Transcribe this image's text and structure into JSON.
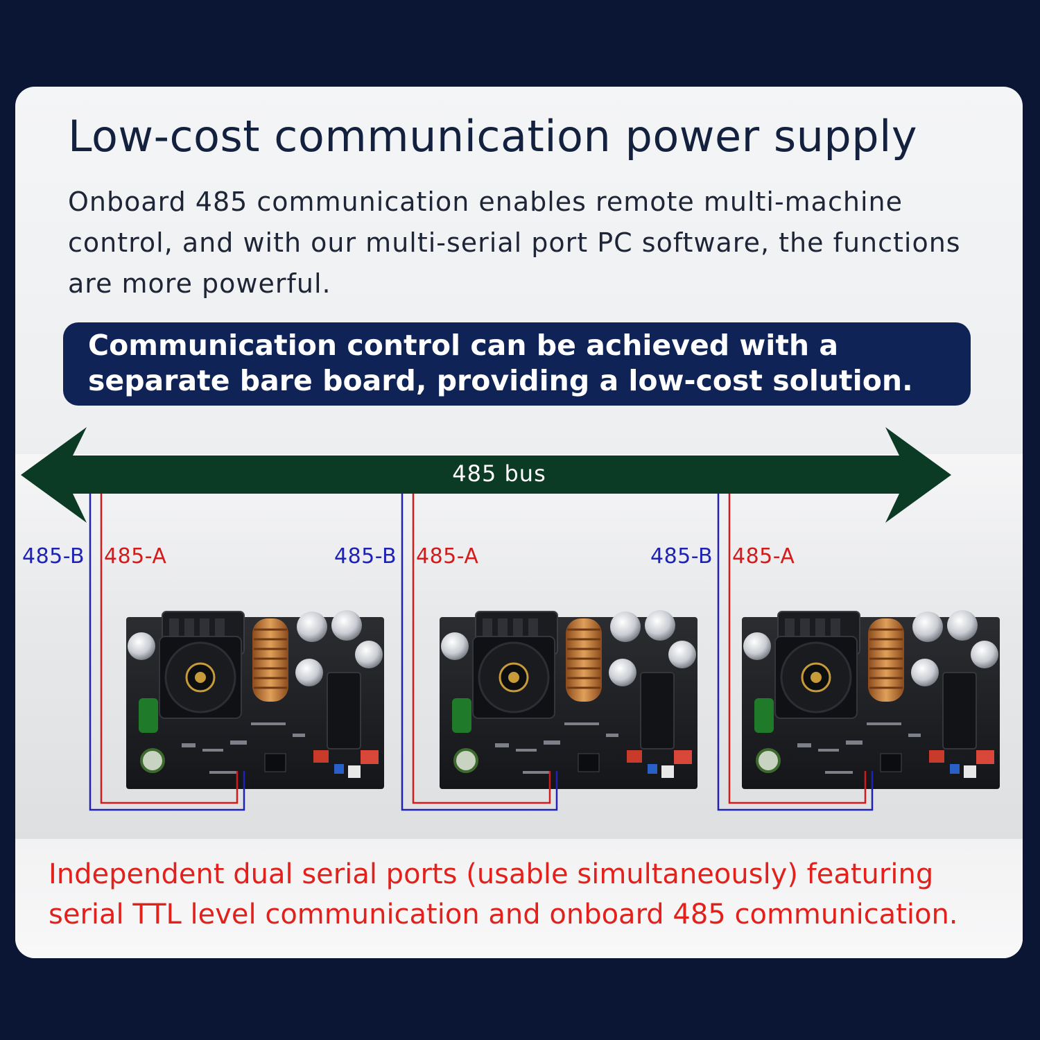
{
  "title": "Low-cost communication power supply",
  "description": "Onboard 485 communication enables remote multi-machine control, and with our multi-serial port PC software, the functions are more powerful.",
  "banner": "Communication control can be achieved with a separate bare board, providing a low-cost solution.",
  "bus": {
    "label": "485 bus",
    "color": "#0b3a25"
  },
  "boards": [
    {
      "line_b": "485-B",
      "line_a": "485-A"
    },
    {
      "line_b": "485-B",
      "line_a": "485-A"
    },
    {
      "line_b": "485-B",
      "line_a": "485-A"
    }
  ],
  "colors": {
    "line_b": "#1f23b5",
    "line_a": "#d31b1b",
    "banner_bg": "#0f2357",
    "footer_text": "#e3211c"
  },
  "footer": "Independent dual serial ports (usable simultaneously) featuring serial TTL level communication and onboard 485 communication."
}
